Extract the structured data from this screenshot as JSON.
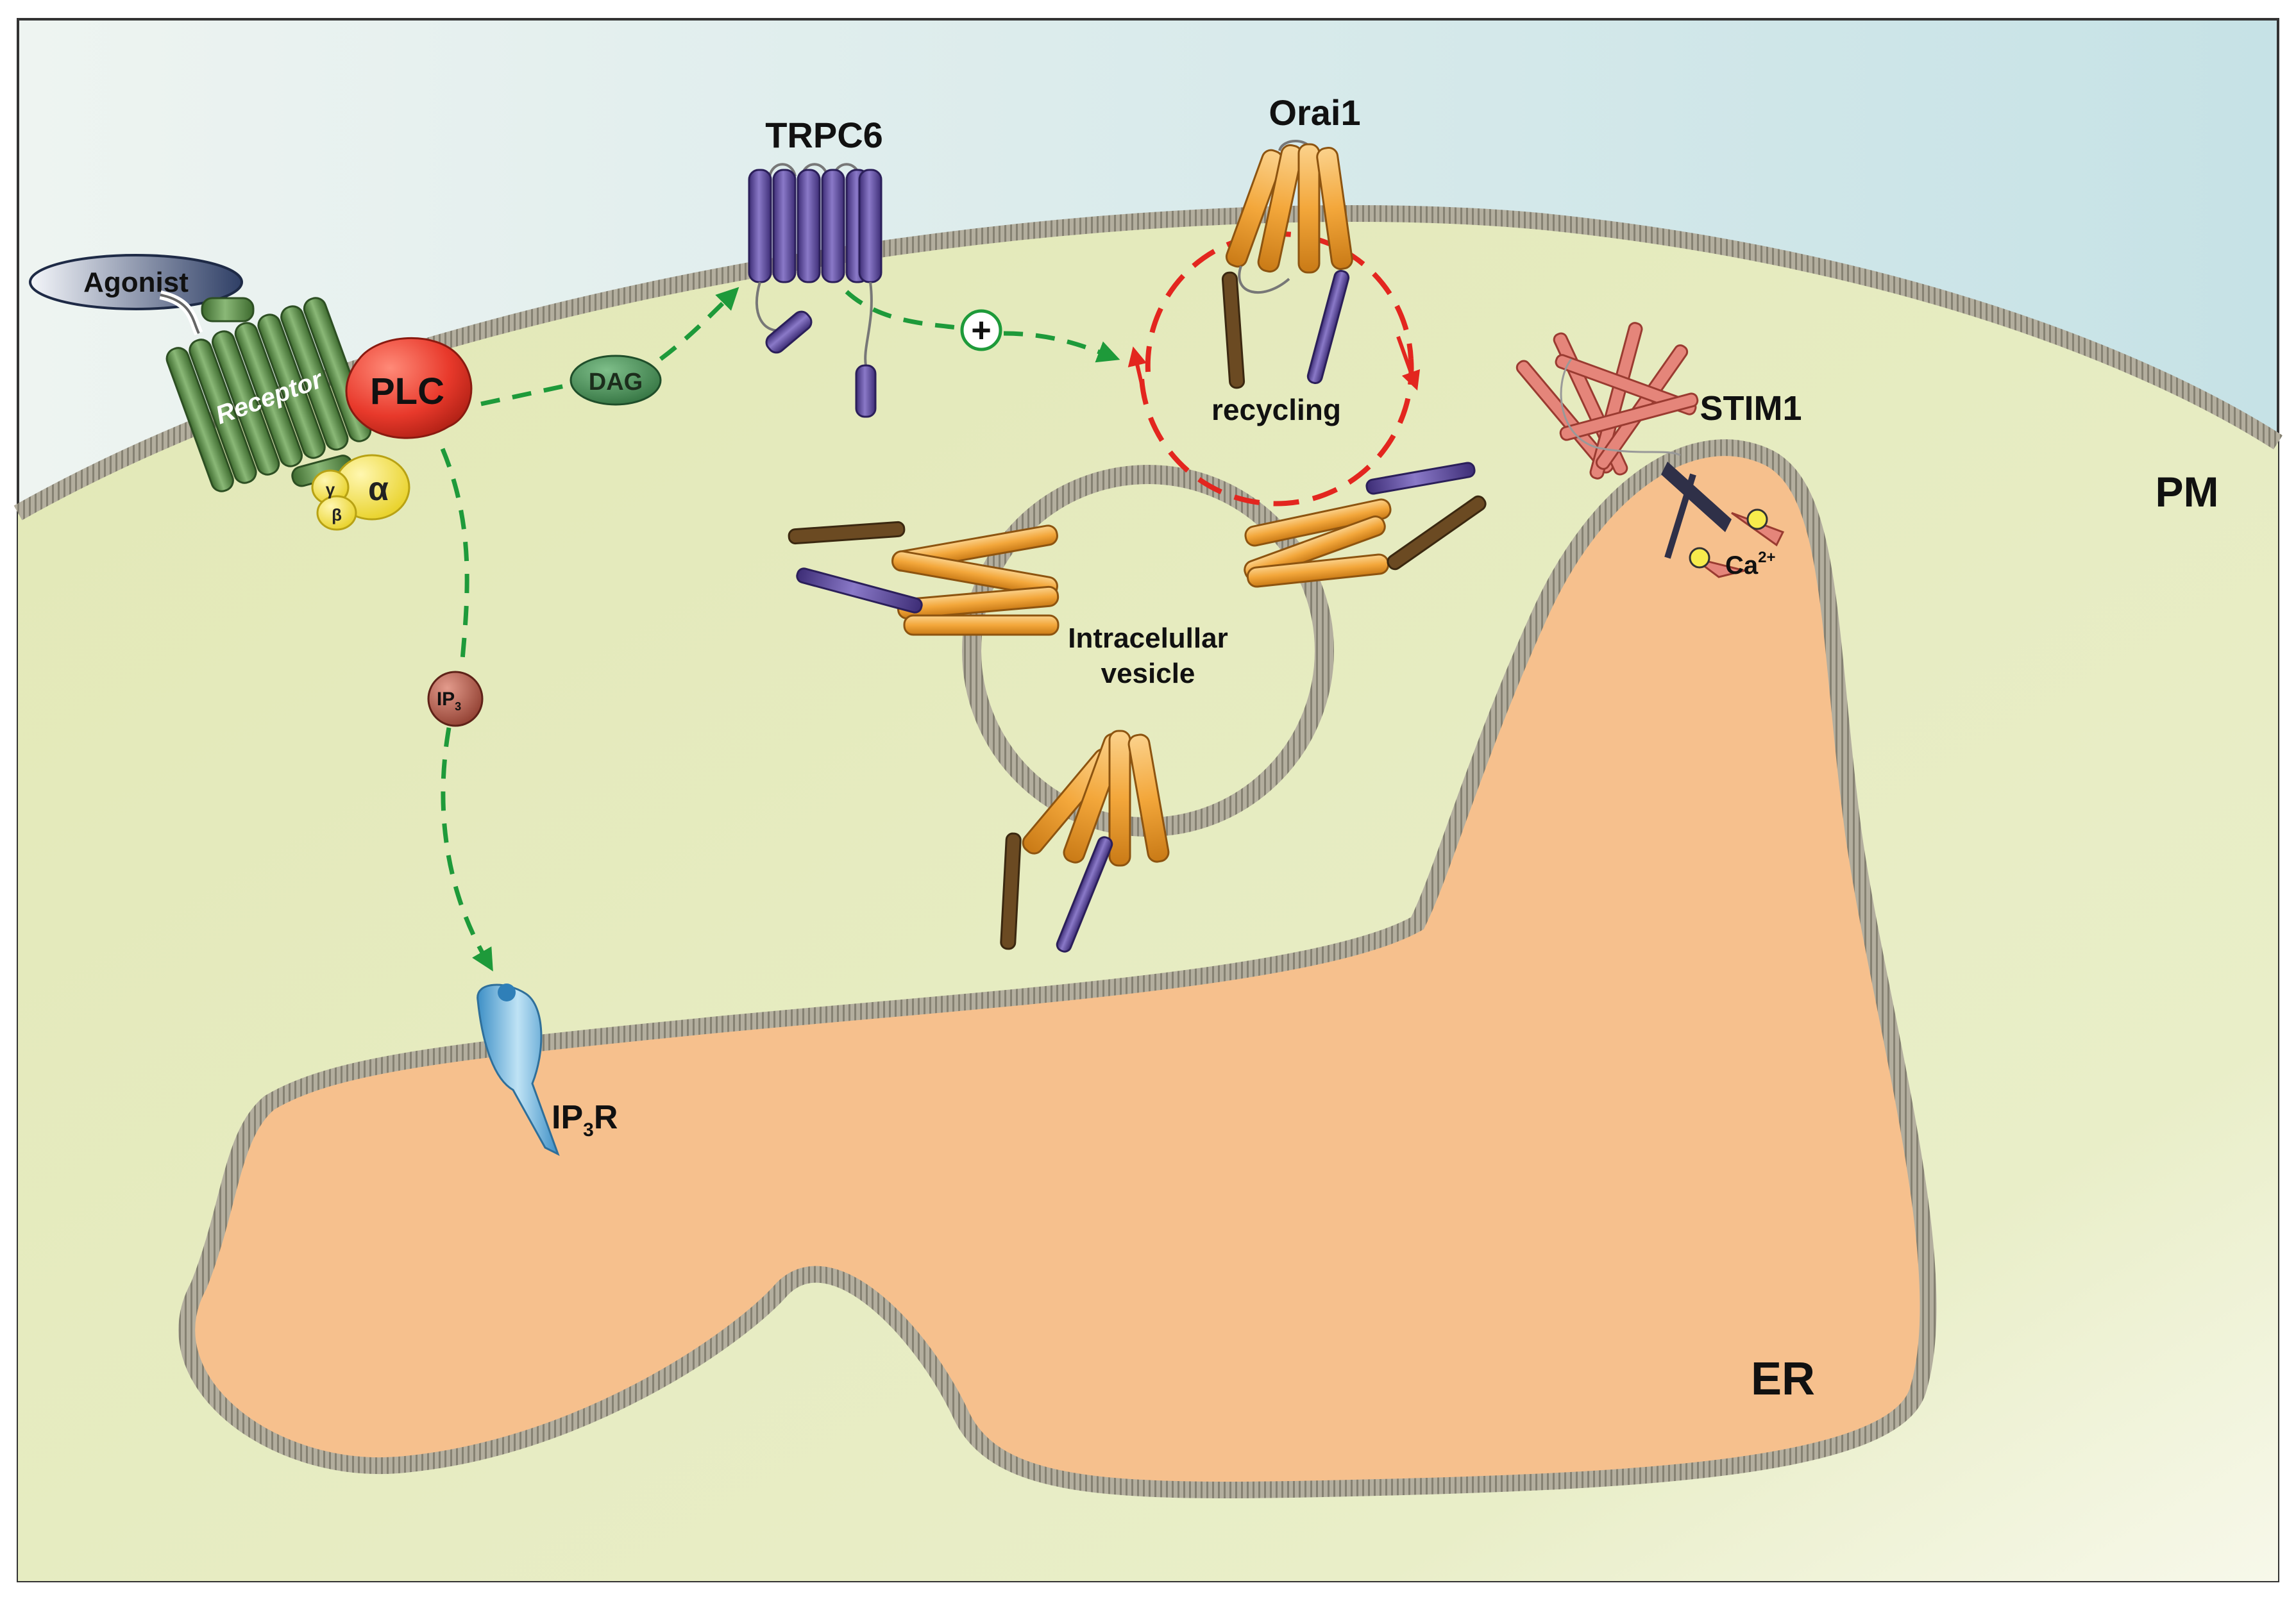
{
  "labels": {
    "agonist": "Agonist",
    "receptor": "Receptor",
    "plc": "PLC",
    "alpha": "α",
    "beta": "β",
    "gamma": "γ",
    "dag": "DAG",
    "trpc6": "TRPC6",
    "orai1": "Orai1",
    "recycling": "recycling",
    "stim1": "STIM1",
    "pm": "PM",
    "er": "ER",
    "ip3": "IP",
    "ip3_sub": "3",
    "ip3r": "IP",
    "ip3r_sub": "3",
    "ip3r_suffix": "R",
    "vesicle_line1": "Intracelullar",
    "vesicle_line2": "vesicle",
    "ca": "Ca",
    "ca_sup": "2+",
    "plus": "+"
  },
  "colors": {
    "extracellular": "#cfe6e8",
    "cytoplasm": "#e6ecbf",
    "er_lumen": "#f6c08d",
    "membrane": "#a19d8f",
    "receptor": "#5d8a4a",
    "plc": "#e8392b",
    "g_protein": "#f2e04a",
    "trpc6": "#5f4b9b",
    "orai1": "#f3a73b",
    "stim1": "#e5857a",
    "pathway_green": "#1e9a3a",
    "pathway_red": "#e3261f",
    "ip3r": "#6fb8e2"
  }
}
